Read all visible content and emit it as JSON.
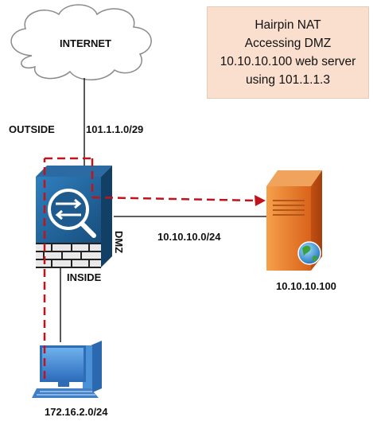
{
  "internet": {
    "label": "INTERNET"
  },
  "note": {
    "lines": [
      "Hairpin NAT",
      "Accessing DMZ",
      "10.10.10.100 web server",
      "using 101.1.1.3"
    ],
    "background": "#fadfcf"
  },
  "interfaces": {
    "outside": {
      "label": "OUTSIDE",
      "subnet": "101.1.1.0/29"
    },
    "dmz": {
      "label": "DMZ",
      "subnet": "10.10.10.0/24"
    },
    "inside": {
      "label": "INSIDE",
      "subnet": "172.16.2.0/24"
    }
  },
  "server": {
    "ip": "10.10.10.100"
  },
  "colors": {
    "dashed_path": "#c0141b",
    "firewall_blue": "#1d5f92",
    "server_orange": "#e8781e",
    "pc_blue": "#3b82d0"
  },
  "icons": {
    "cloud": "cloud-icon",
    "firewall": "firewall-icon",
    "server": "web-server-icon",
    "pc": "pc-icon"
  }
}
